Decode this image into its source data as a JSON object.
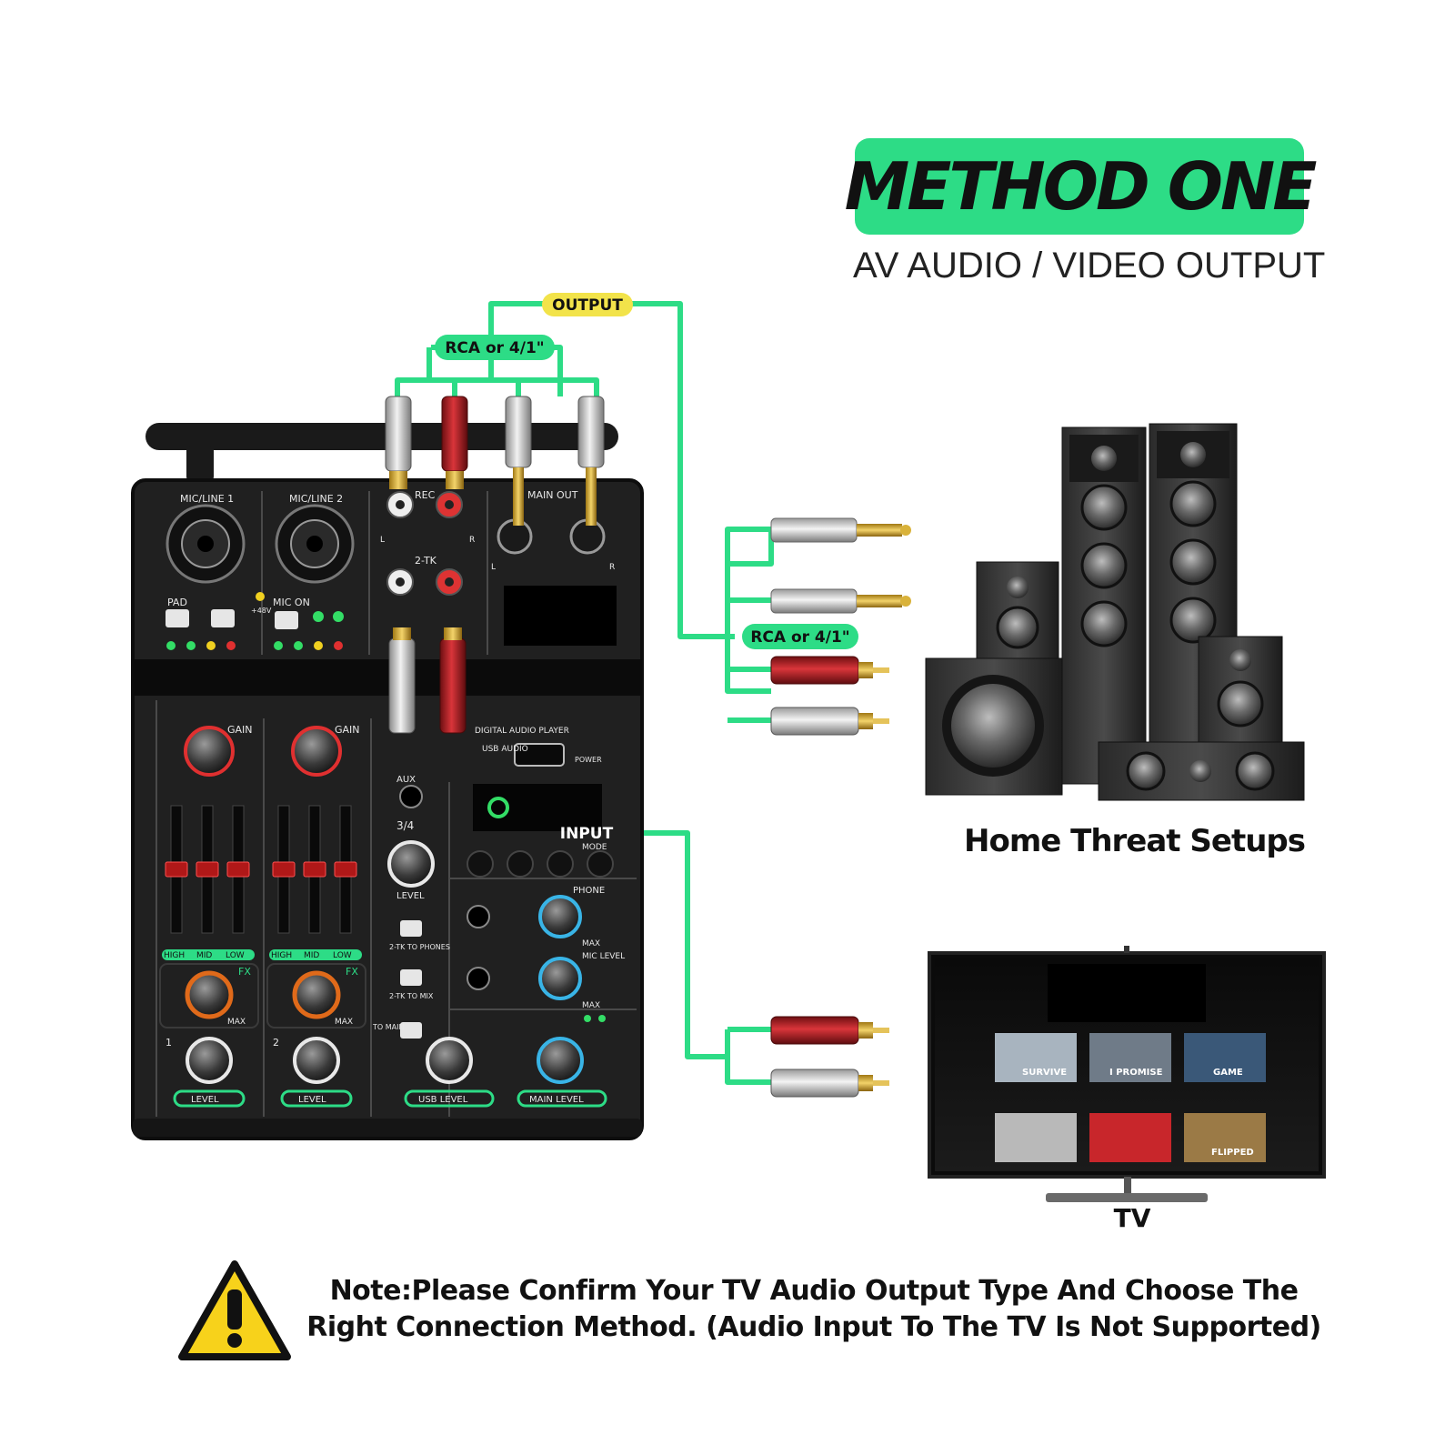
{
  "header": {
    "title": "METHOD ONE",
    "subtitle": "AV AUDIO / VIDEO OUTPUT"
  },
  "labels": {
    "output": "OUTPUT",
    "input": "INPUT",
    "rca_top": "RCA or 4/1\"",
    "rca_right": "RCA or 4/1\""
  },
  "captions": {
    "home_setup": "Home Threat Setups",
    "tv": "TV"
  },
  "note": {
    "line1": "Note:Please Confirm Your TV Audio Output Type And Choose The",
    "line2": "Right Connection Method. (Audio Input To The TV Is Not Supported)"
  },
  "mixer": {
    "ch1": "MIC/LINE 1",
    "ch2": "MIC/LINE 2",
    "rec": "REC",
    "main_out": "MAIN OUT",
    "two_tk": "2-TK",
    "pad": "PAD",
    "mic_on": "MIC ON",
    "phantom": "+48V",
    "gain": "GAIN",
    "high": "HIGH",
    "mid": "MID",
    "low": "LOW",
    "fx": "FX",
    "max": "MAX",
    "level": "LEVEL",
    "usb_level": "USB LEVEL",
    "main_level": "MAIN LEVEL",
    "aux": "AUX",
    "ch34": "3/4",
    "digital_player": "DIGITAL AUDIO PLAYER",
    "usb_audio": "USB AUDIO",
    "power": "POWER",
    "mode": "MODE",
    "phone": "PHONE",
    "mic_level": "MIC LEVEL",
    "tk_phones": "2-TK TO PHONES",
    "tk_mix": "2-TK TO MIX",
    "to_main": "TO MAIN",
    "ch_num_1": "1",
    "ch_num_2": "2",
    "L": "L",
    "R": "R"
  },
  "tv_screen": {
    "tiles": [
      "SURVIVE",
      "I PROMISE",
      "GAME",
      "",
      "",
      "FLIPPED"
    ]
  },
  "colors": {
    "accent_green": "#2ddc86",
    "label_yellow": "#f2e34a",
    "warning_yellow": "#f7d21b",
    "mixer_body": "#1f1f1f"
  }
}
